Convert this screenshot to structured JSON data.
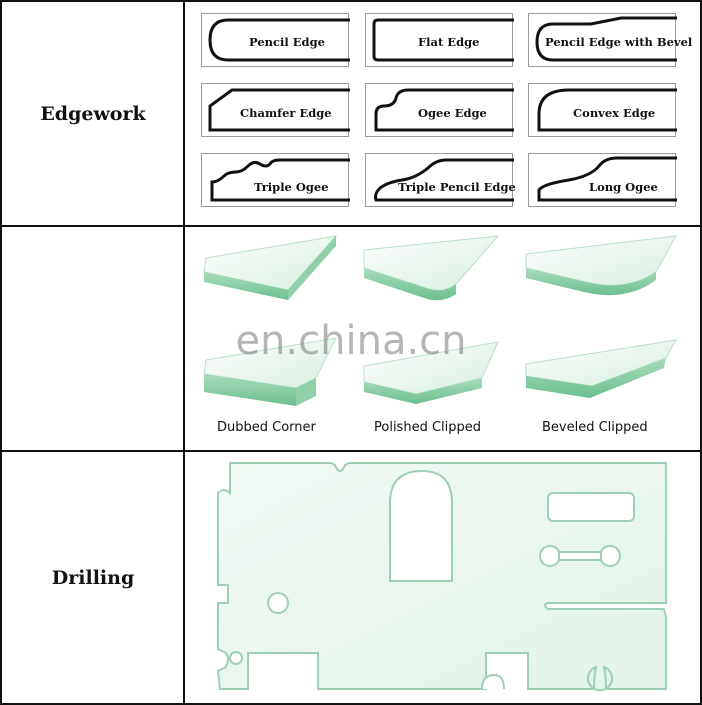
{
  "rows": {
    "edgework": "Edgework",
    "drilling": "Drilling"
  },
  "edges": [
    {
      "label": "Pencil Edge"
    },
    {
      "label": "Flat Edge"
    },
    {
      "label": "Pencil Edge with Bevel"
    },
    {
      "label": "Chamfer Edge"
    },
    {
      "label": "Ogee Edge"
    },
    {
      "label": "Convex Edge"
    },
    {
      "label": "Triple Ogee"
    },
    {
      "label": "Triple Pencil Edge"
    },
    {
      "label": "Long Ogee"
    }
  ],
  "corners": [
    {
      "label": "Dubbed Corner"
    },
    {
      "label": "Polished Clipped"
    },
    {
      "label": "Beveled Clipped"
    }
  ],
  "watermark": "en.china.cn",
  "colors": {
    "glass_face": "#eaf6ee",
    "glass_edge": "#7fc9a0",
    "glass_outline": "#9fcfb4",
    "ink": "#111111"
  }
}
